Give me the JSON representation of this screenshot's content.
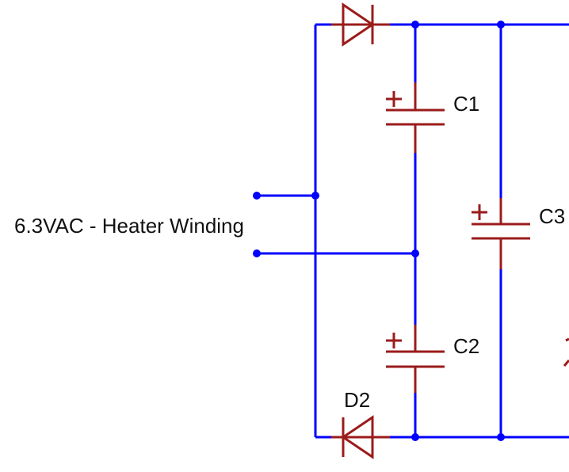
{
  "colors": {
    "wire": "#0000ff",
    "component": "#9b1b1b",
    "text": "#111111"
  },
  "labels": {
    "input": "6.3VAC - Heater Winding",
    "c1": "C1",
    "c2": "C2",
    "c3": "C3",
    "d2": "D2"
  }
}
